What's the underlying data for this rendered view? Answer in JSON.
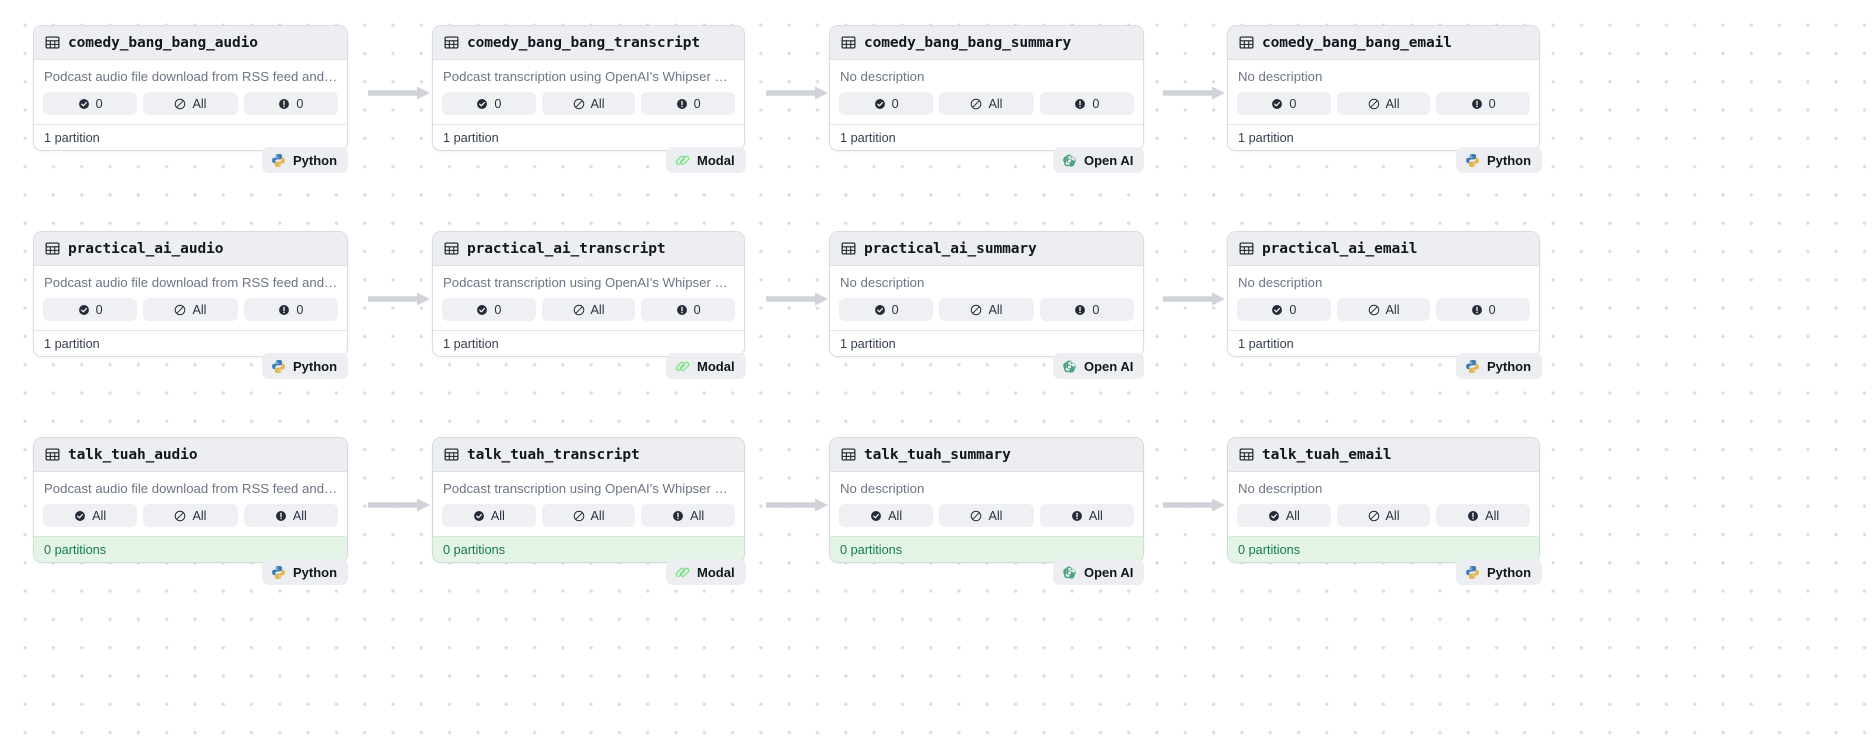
{
  "canvas": {
    "background_color": "#ffffff",
    "dot_color": "#dcdce3",
    "accent_green": "#17794a",
    "accent_green_bg": "#e4f5e7"
  },
  "labels": {
    "desc_audio": "Podcast audio file download from RSS feed and ...",
    "desc_transcript": "Podcast transcription using OpenAI's Whisper mo...",
    "desc_none": "No description",
    "partition_one": "1 partition",
    "partition_zero": "0 partitions",
    "zero": "0",
    "all": "All"
  },
  "icons": {
    "table": "table-icon",
    "check": "check-circle-icon",
    "slash": "slash-circle-icon",
    "alert": "alert-circle-icon",
    "python": "python-logo-icon",
    "modal": "modal-logo-icon",
    "openai": "openai-logo-icon"
  },
  "badges": {
    "python": "Python",
    "modal": "Modal",
    "openai": "Open AI"
  },
  "rows": [
    {
      "id": "comedy_bang_bang",
      "state": "materialized",
      "footer": "1 partition",
      "nodes": [
        {
          "title": "comedy_bang_bang_audio",
          "description": "Podcast audio file download from RSS feed and ...",
          "stats": [
            {
              "icon": "check-circle-icon",
              "value": "0"
            },
            {
              "icon": "slash-circle-icon",
              "value": "All"
            },
            {
              "icon": "alert-circle-icon",
              "value": "0"
            }
          ],
          "footer": "1 partition",
          "badge": {
            "label": "Python",
            "icon": "python-logo-icon"
          }
        },
        {
          "title": "comedy_bang_bang_transcript",
          "description": "Podcast transcription using OpenAI's Whipser mo...",
          "stats": [
            {
              "icon": "check-circle-icon",
              "value": "0"
            },
            {
              "icon": "slash-circle-icon",
              "value": "All"
            },
            {
              "icon": "alert-circle-icon",
              "value": "0"
            }
          ],
          "footer": "1 partition",
          "badge": {
            "label": "Modal",
            "icon": "modal-logo-icon"
          }
        },
        {
          "title": "comedy_bang_bang_summary",
          "description": "No description",
          "stats": [
            {
              "icon": "check-circle-icon",
              "value": "0"
            },
            {
              "icon": "slash-circle-icon",
              "value": "All"
            },
            {
              "icon": "alert-circle-icon",
              "value": "0"
            }
          ],
          "footer": "1 partition",
          "badge": {
            "label": "Open AI",
            "icon": "openai-logo-icon"
          }
        },
        {
          "title": "comedy_bang_bang_email",
          "description": "No description",
          "stats": [
            {
              "icon": "check-circle-icon",
              "value": "0"
            },
            {
              "icon": "slash-circle-icon",
              "value": "All"
            },
            {
              "icon": "alert-circle-icon",
              "value": "0"
            }
          ],
          "footer": "1 partition",
          "badge": {
            "label": "Python",
            "icon": "python-logo-icon"
          }
        }
      ]
    },
    {
      "id": "practical_ai",
      "state": "materialized",
      "footer": "1 partition",
      "nodes": [
        {
          "title": "practical_ai_audio",
          "description": "Podcast audio file download from RSS feed and ...",
          "stats": [
            {
              "icon": "check-circle-icon",
              "value": "0"
            },
            {
              "icon": "slash-circle-icon",
              "value": "All"
            },
            {
              "icon": "alert-circle-icon",
              "value": "0"
            }
          ],
          "footer": "1 partition",
          "badge": {
            "label": "Python",
            "icon": "python-logo-icon"
          }
        },
        {
          "title": "practical_ai_transcript",
          "description": "Podcast transcription using OpenAI's Whipser mo...",
          "stats": [
            {
              "icon": "check-circle-icon",
              "value": "0"
            },
            {
              "icon": "slash-circle-icon",
              "value": "All"
            },
            {
              "icon": "alert-circle-icon",
              "value": "0"
            }
          ],
          "footer": "1 partition",
          "badge": {
            "label": "Modal",
            "icon": "modal-logo-icon"
          }
        },
        {
          "title": "practical_ai_summary",
          "description": "No description",
          "stats": [
            {
              "icon": "check-circle-icon",
              "value": "0"
            },
            {
              "icon": "slash-circle-icon",
              "value": "All"
            },
            {
              "icon": "alert-circle-icon",
              "value": "0"
            }
          ],
          "footer": "1 partition",
          "badge": {
            "label": "Open AI",
            "icon": "openai-logo-icon"
          }
        },
        {
          "title": "practical_ai_email",
          "description": "No description",
          "stats": [
            {
              "icon": "check-circle-icon",
              "value": "0"
            },
            {
              "icon": "slash-circle-icon",
              "value": "All"
            },
            {
              "icon": "alert-circle-icon",
              "value": "0"
            }
          ],
          "footer": "1 partition",
          "badge": {
            "label": "Python",
            "icon": "python-logo-icon"
          }
        }
      ]
    },
    {
      "id": "talk_tuah",
      "state": "never-materialized",
      "footer": "0 partitions",
      "nodes": [
        {
          "title": "talk_tuah_audio",
          "description": "Podcast audio file download from RSS feed and ...",
          "stats": [
            {
              "icon": "check-circle-icon",
              "value": "All"
            },
            {
              "icon": "slash-circle-icon",
              "value": "All"
            },
            {
              "icon": "alert-circle-icon",
              "value": "All"
            }
          ],
          "footer": "0 partitions",
          "badge": {
            "label": "Python",
            "icon": "python-logo-icon"
          }
        },
        {
          "title": "talk_tuah_transcript",
          "description": "Podcast transcription using OpenAI's Whipser mo...",
          "stats": [
            {
              "icon": "check-circle-icon",
              "value": "All"
            },
            {
              "icon": "slash-circle-icon",
              "value": "All"
            },
            {
              "icon": "alert-circle-icon",
              "value": "All"
            }
          ],
          "footer": "0 partitions",
          "badge": {
            "label": "Modal",
            "icon": "modal-logo-icon"
          }
        },
        {
          "title": "talk_tuah_summary",
          "description": "No description",
          "stats": [
            {
              "icon": "check-circle-icon",
              "value": "All"
            },
            {
              "icon": "slash-circle-icon",
              "value": "All"
            },
            {
              "icon": "alert-circle-icon",
              "value": "All"
            }
          ],
          "footer": "0 partitions",
          "badge": {
            "label": "Open AI",
            "icon": "openai-logo-icon"
          }
        },
        {
          "title": "talk_tuah_email",
          "description": "No description",
          "stats": [
            {
              "icon": "check-circle-icon",
              "value": "All"
            },
            {
              "icon": "slash-circle-icon",
              "value": "All"
            },
            {
              "icon": "alert-circle-icon",
              "value": "All"
            }
          ],
          "footer": "0 partitions",
          "badge": {
            "label": "Python",
            "icon": "python-logo-icon"
          }
        }
      ]
    }
  ]
}
